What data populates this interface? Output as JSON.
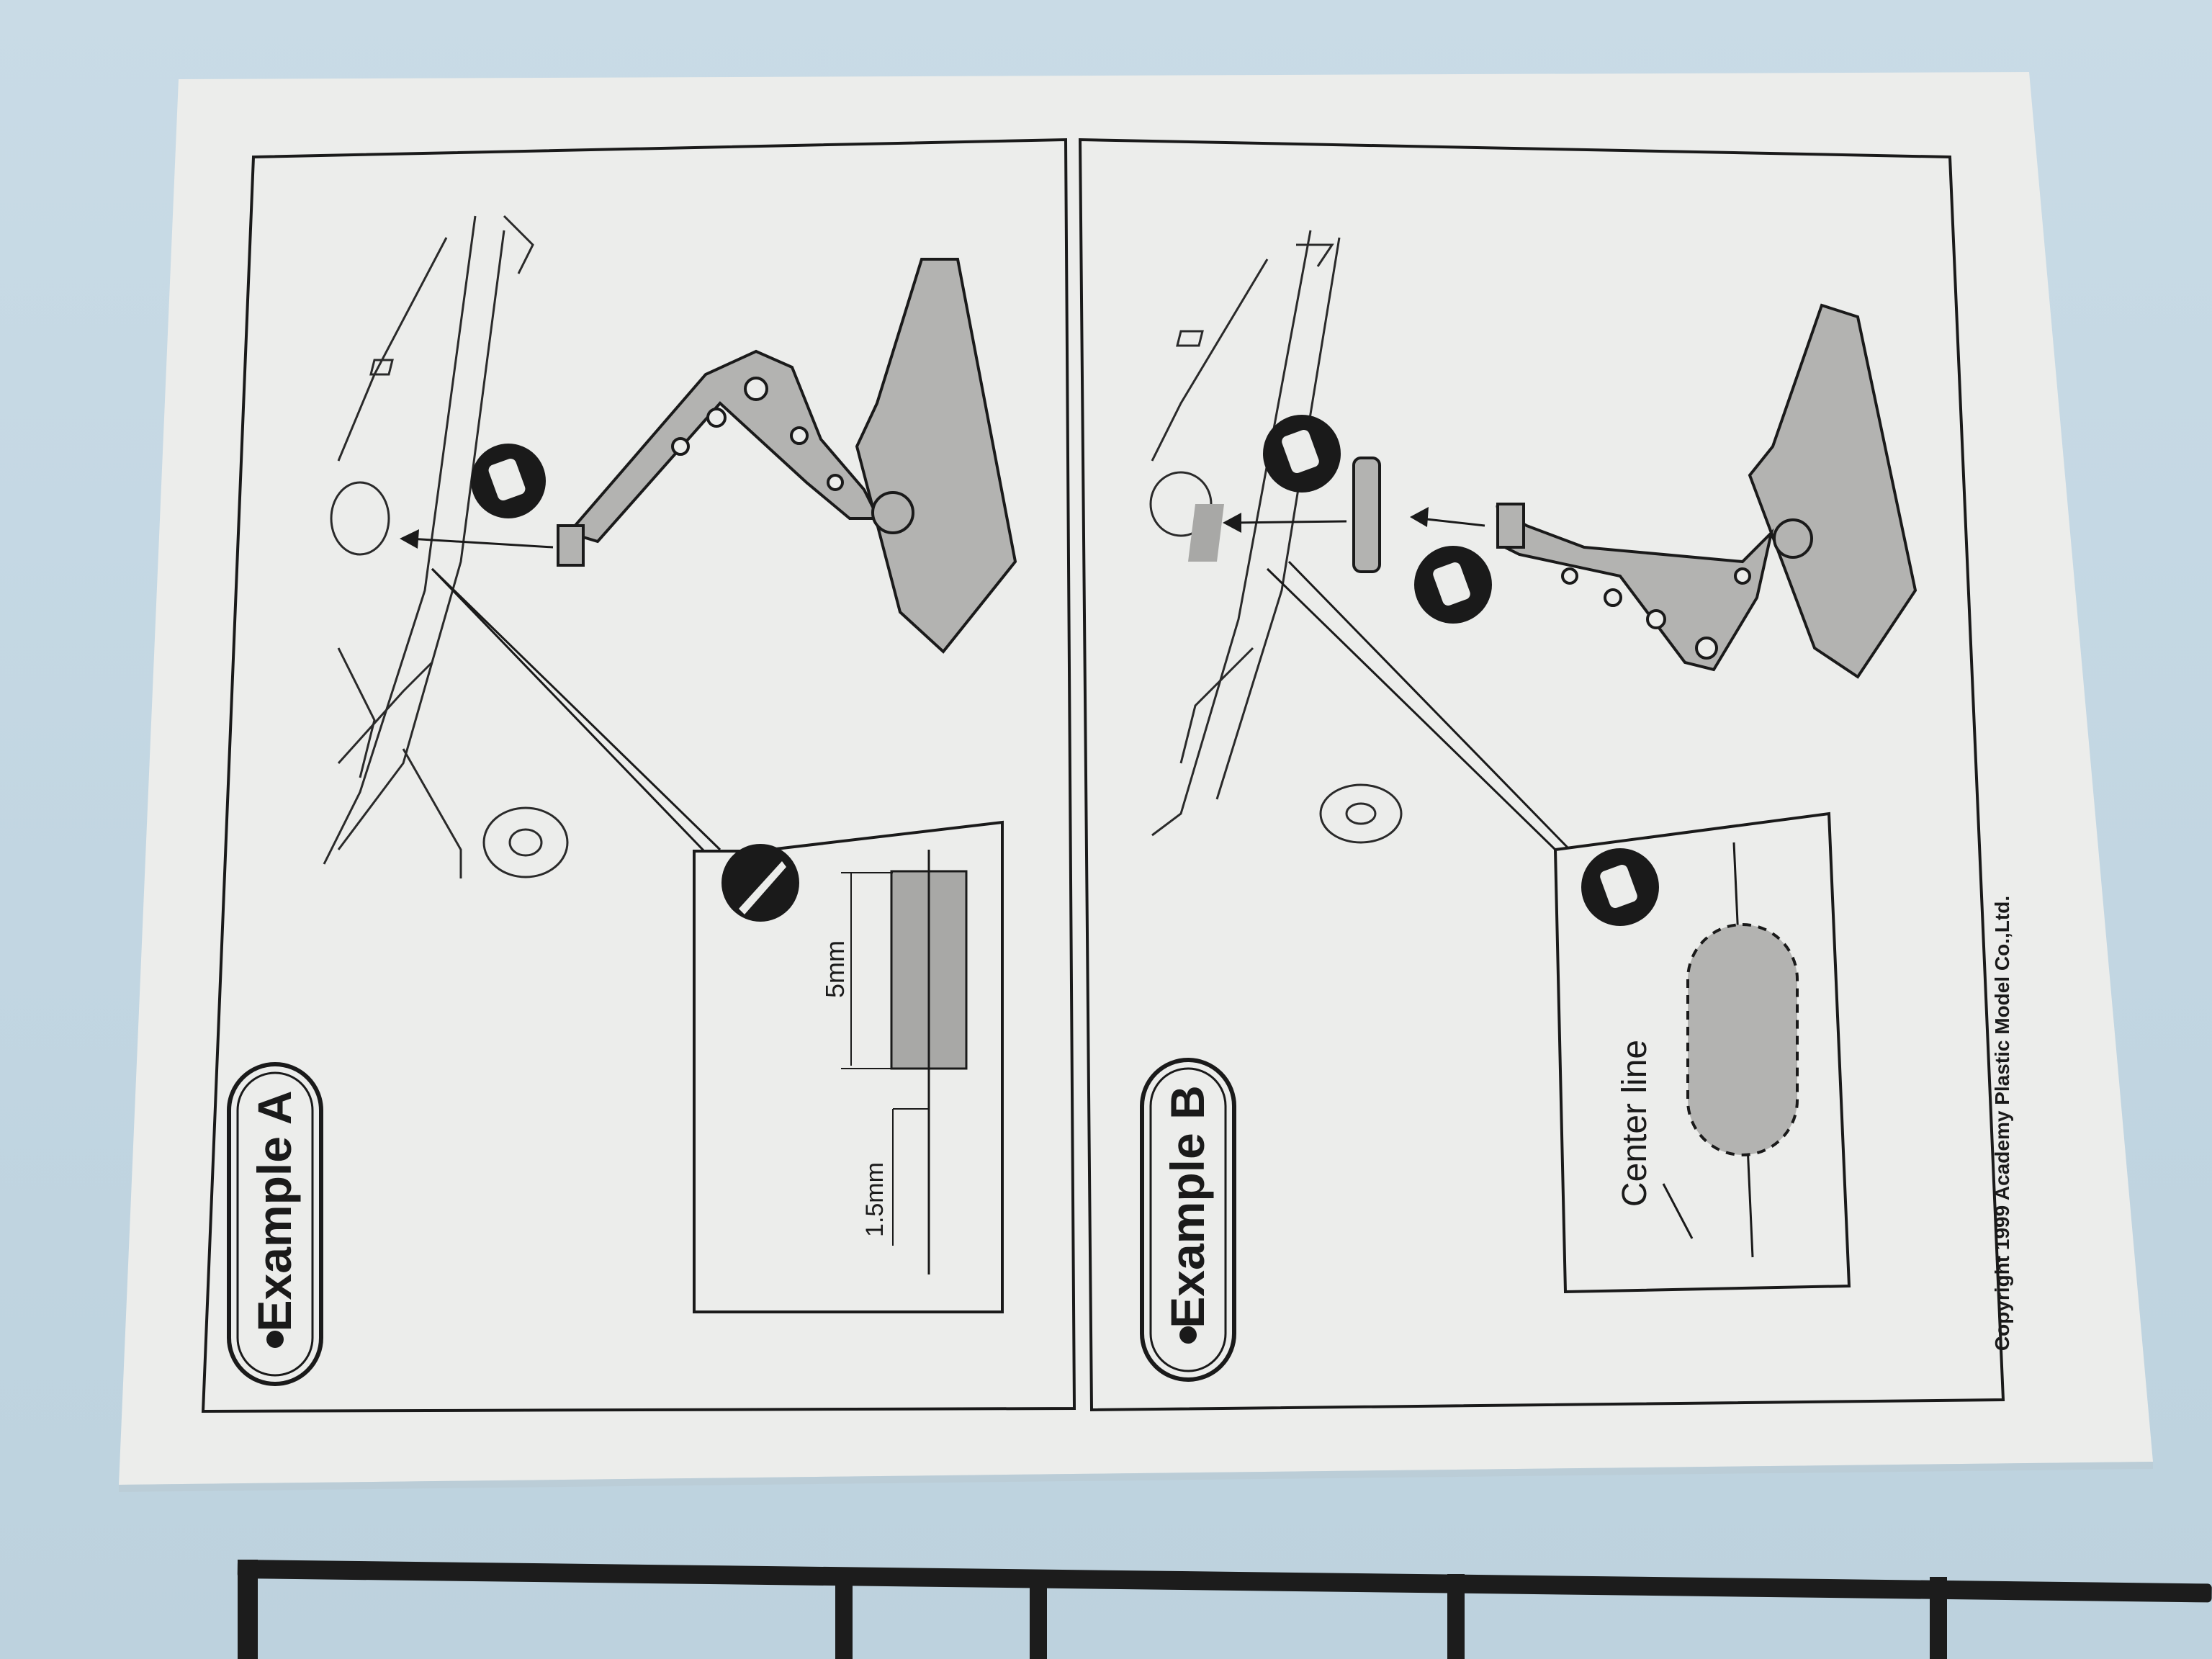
{
  "sheet": {
    "panel_a": {
      "badge": "Example A",
      "dim_5mm": "5mm",
      "dim_1_5mm": "1.5mm",
      "glue_icon": "glue-tube-icon",
      "knife_icon": "hobby-knife-icon"
    },
    "panel_b": {
      "badge": "Example B",
      "center_line": "Center line",
      "glue_icon": "glue-tube-icon"
    },
    "copyright": "Copyright 1999 Academy Plastic Model Co.,Ltd."
  },
  "colors": {
    "wall": "#c4d8e3",
    "paper": "#ecedeb",
    "part_gray": "#b3b3b1",
    "ink": "#1a1a1a",
    "sprue": "#1c1c1c"
  }
}
